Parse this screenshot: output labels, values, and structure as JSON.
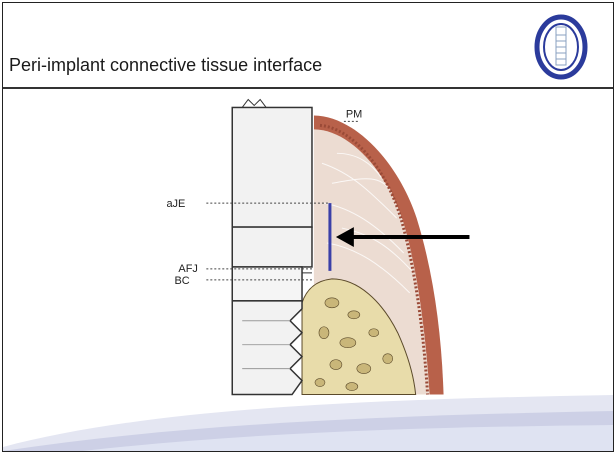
{
  "slide": {
    "title": "Peri-implant connective tissue interface",
    "logo_icon": "implant-logo-icon"
  },
  "figure": {
    "labels": {
      "pm": "PM",
      "aje": "aJE",
      "afj": "AFJ",
      "bc": "BC"
    },
    "icons": [
      "arrow-left-icon",
      "implant-fixture-icon"
    ]
  },
  "colors": {
    "logo_blue": "#2b3b9c",
    "mucosa_border": "#b8614a",
    "connective_tissue": "#ecdcd2",
    "bone": "#e8dcaa",
    "marker_line": "#3a3fa8",
    "implant_fill": "#f2f2f2"
  }
}
